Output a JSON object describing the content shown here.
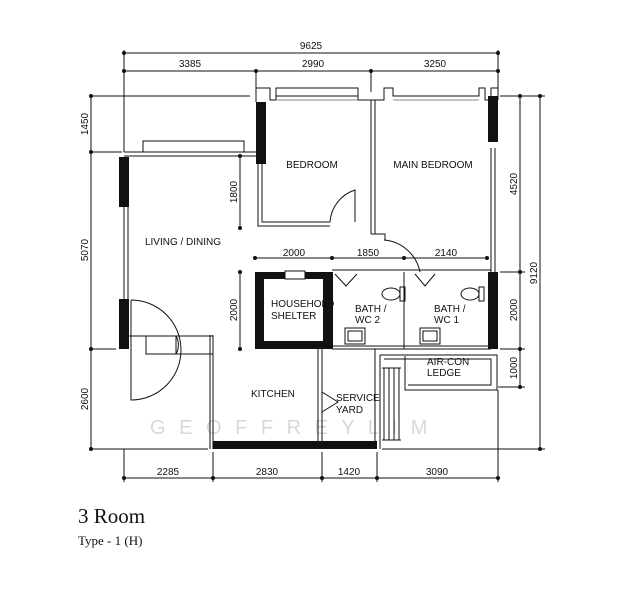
{
  "title": "3 Room",
  "subtitle": "Type - 1 (H)",
  "watermark": "G E O F F R E Y   L I M",
  "rooms": {
    "bedroom": "BEDROOM",
    "main_bedroom": "MAIN BEDROOM",
    "living_dining": "LIVING / DINING",
    "household_shelter_1": "HOUSEHOLD",
    "household_shelter_2": "SHELTER",
    "bath2_1": "BATH /",
    "bath2_2": "WC 2",
    "bath1_1": "BATH /",
    "bath1_2": "WC 1",
    "aircon_1": "AIR-CON",
    "aircon_2": "LEDGE",
    "kitchen": "KITCHEN",
    "service_1": "SERVICE",
    "service_2": "YARD"
  },
  "dimensions": {
    "top_total": "9625",
    "top_1": "3385",
    "top_2": "2990",
    "top_3": "3250",
    "left_1": "1450",
    "left_2": "5070",
    "left_3": "2600",
    "bedroom_depth": "1800",
    "shelter_depth": "2000",
    "mid_1": "2000",
    "mid_2": "1850",
    "mid_3": "2140",
    "right_1": "4520",
    "right_2": "2000",
    "right_3": "1000",
    "right_total": "9120",
    "bottom_1": "2285",
    "bottom_2": "2830",
    "bottom_3": "1420",
    "bottom_4": "3090"
  }
}
